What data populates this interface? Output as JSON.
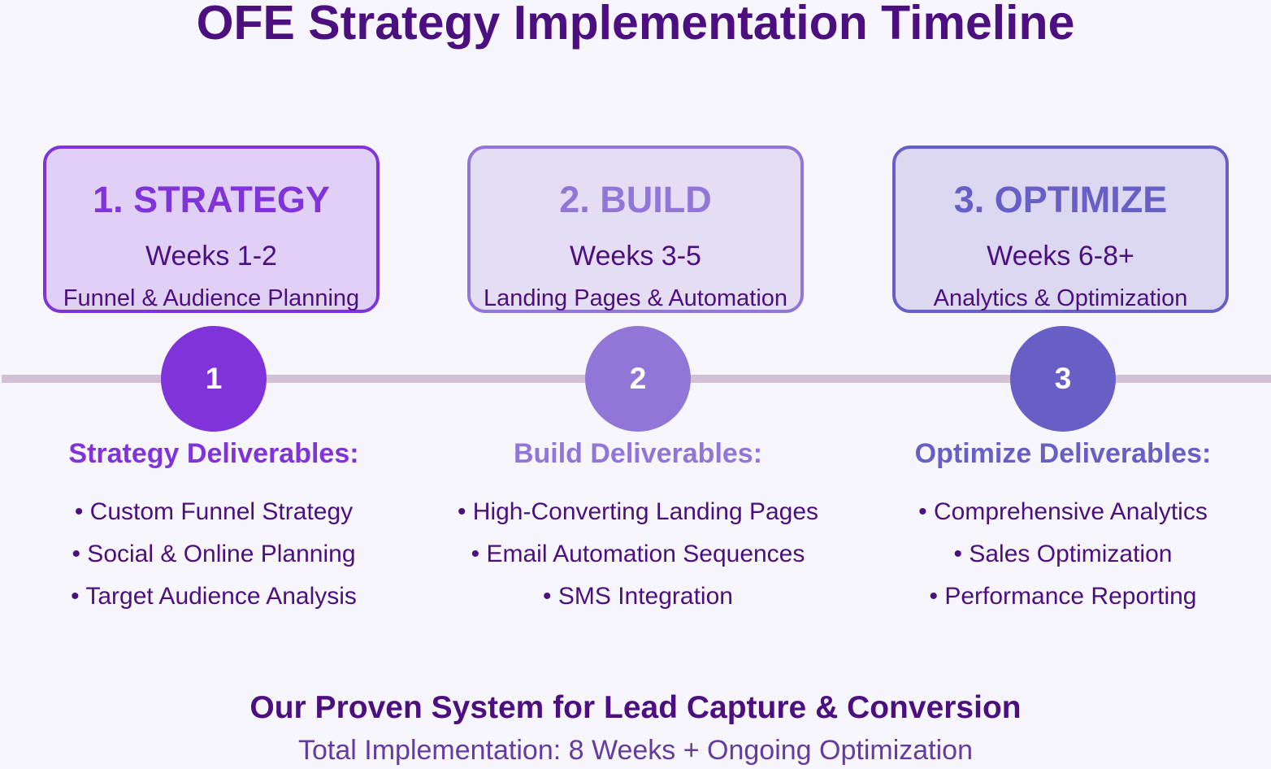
{
  "title": "OFE Strategy Implementation Timeline",
  "colors": {
    "background": "#f8f6fd",
    "text_dark": "#4b0f7f",
    "phase_1": "#7f33d9",
    "phase_2": "#9076d6",
    "phase_3": "#675ec6",
    "timeline_line": "#d3bfd6",
    "footer_sub": "#643b9f"
  },
  "phases": [
    {
      "heading": "1. STRATEGY",
      "weeks": "Weeks 1-2",
      "description": "Funnel & Audience Planning",
      "marker": "1",
      "deliverables_heading": "Strategy Deliverables:",
      "deliverables": [
        "• Custom Funnel Strategy",
        "• Social & Online Planning",
        "• Target Audience Analysis"
      ]
    },
    {
      "heading": "2. BUILD",
      "weeks": "Weeks 3-5",
      "description": "Landing Pages & Automation",
      "marker": "2",
      "deliverables_heading": "Build Deliverables:",
      "deliverables": [
        "• High-Converting Landing Pages",
        "• Email Automation Sequences",
        "• SMS Integration"
      ]
    },
    {
      "heading": "3. OPTIMIZE",
      "weeks": "Weeks 6-8+",
      "description": "Analytics & Optimization",
      "marker": "3",
      "deliverables_heading": "Optimize Deliverables:",
      "deliverables": [
        "• Comprehensive Analytics",
        "• Sales Optimization",
        "• Performance Reporting"
      ]
    }
  ],
  "footer": {
    "headline": "Our Proven System for Lead Capture & Conversion",
    "subline": "Total Implementation: 8 Weeks + Ongoing Optimization"
  }
}
